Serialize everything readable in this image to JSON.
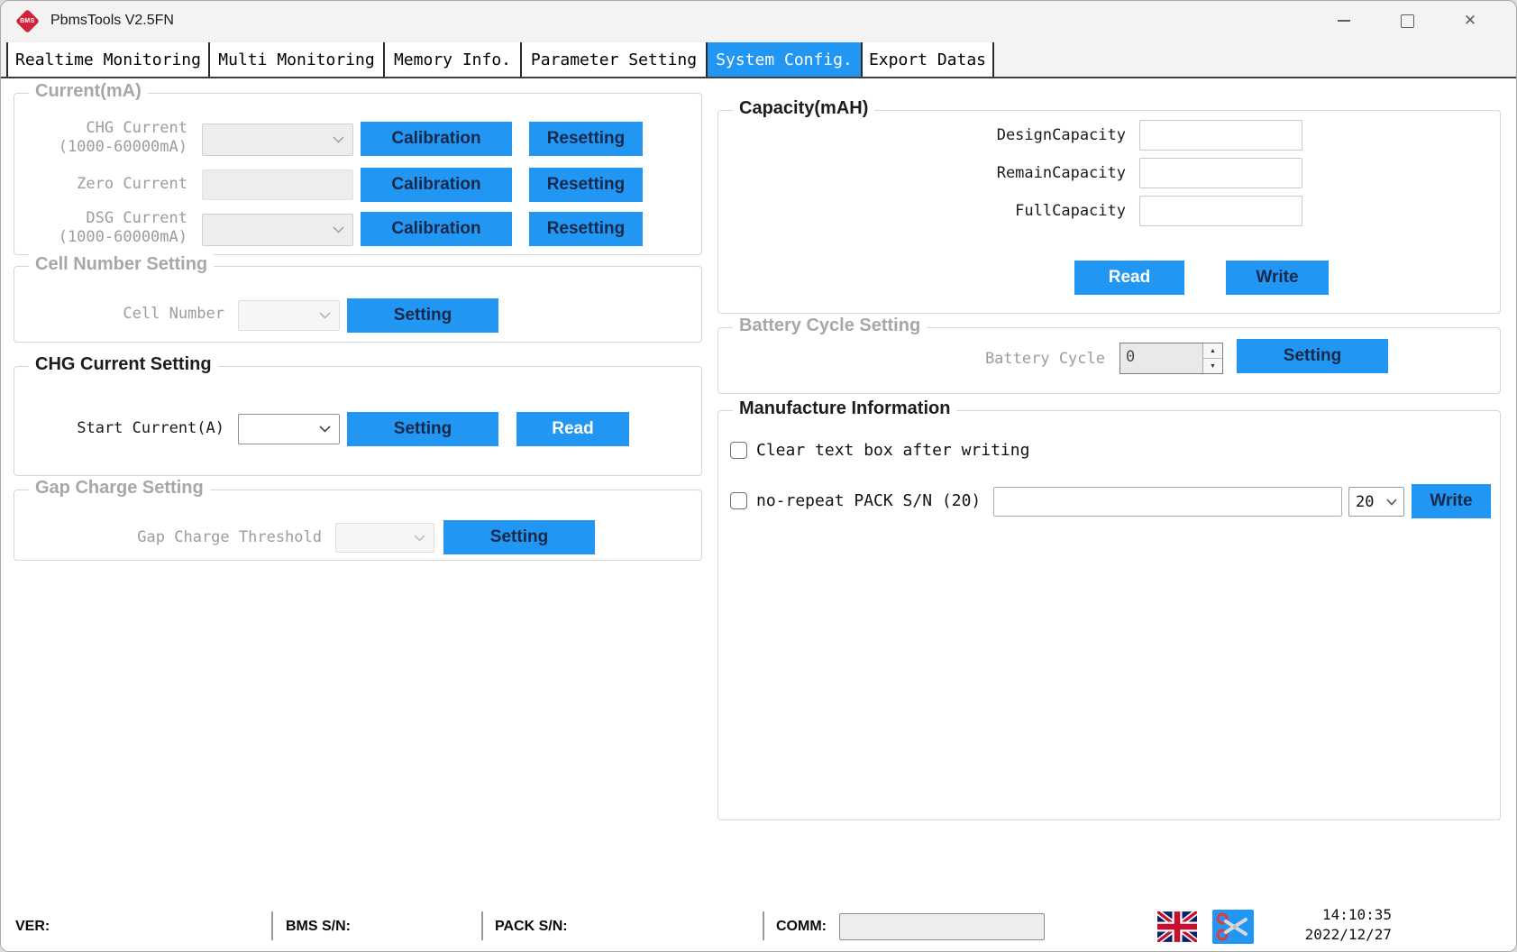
{
  "window": {
    "title": "PbmsTools V2.5FN",
    "logo": "BMS"
  },
  "icons": {
    "minimize": "minimize-dash",
    "maximize": "maximize-square",
    "close": "✕",
    "spin_up": "▲",
    "spin_down": "▼",
    "language_flag": "uk-flag",
    "screenshot": "scissors"
  },
  "tabs": [
    {
      "label": "Realtime Monitoring",
      "active": false
    },
    {
      "label": "Multi Monitoring",
      "active": false
    },
    {
      "label": "Memory Info.",
      "active": false
    },
    {
      "label": "Parameter Setting",
      "active": false
    },
    {
      "label": "System Config.",
      "active": true
    },
    {
      "label": "Export Datas",
      "active": false
    }
  ],
  "current_panel": {
    "title": "Current(mA)",
    "rows": [
      {
        "label1": "CHG Current",
        "label2": "(1000-60000mA)",
        "calibration": "Calibration",
        "resetting": "Resetting"
      },
      {
        "label1": "Zero Current",
        "label2": "",
        "calibration": "Calibration",
        "resetting": "Resetting"
      },
      {
        "label1": "DSG Current",
        "label2": "(1000-60000mA)",
        "calibration": "Calibration",
        "resetting": "Resetting"
      }
    ]
  },
  "cell_number_panel": {
    "title": "Cell Number Setting",
    "label": "Cell Number",
    "setting": "Setting"
  },
  "chg_setting_panel": {
    "title": "CHG Current Setting",
    "label": "Start Current(A)",
    "setting": "Setting",
    "read": "Read"
  },
  "gap_charge_panel": {
    "title": "Gap Charge Setting",
    "label": "Gap Charge Threshold",
    "setting": "Setting"
  },
  "capacity_panel": {
    "title": "Capacity(mAH)",
    "fields": [
      {
        "label": "DesignCapacity",
        "value": ""
      },
      {
        "label": "RemainCapacity",
        "value": ""
      },
      {
        "label": "FullCapacity",
        "value": ""
      }
    ],
    "read": "Read",
    "write": "Write"
  },
  "battery_cycle_panel": {
    "title": "Battery Cycle Setting",
    "label": "Battery Cycle",
    "value": "0",
    "setting": "Setting"
  },
  "manufacture_panel": {
    "title": "Manufacture Information",
    "clear_label": "Clear text box after writing",
    "norepeat_label": "no-repeat PACK S/N (20)",
    "sn_value": "",
    "length_value": "20",
    "write": "Write"
  },
  "statusbar": {
    "ver": "VER:",
    "bms_sn": "BMS S/N:",
    "pack_sn": "PACK S/N:",
    "comm": "COMM:",
    "comm_value": "",
    "time": "14:10:35",
    "date": "2022/12/27"
  },
  "colors": {
    "accent": "#2196f3",
    "button_text_dark": "#16294a",
    "disabled_text": "#a7a7a7",
    "logo_red": "#d1243a"
  }
}
